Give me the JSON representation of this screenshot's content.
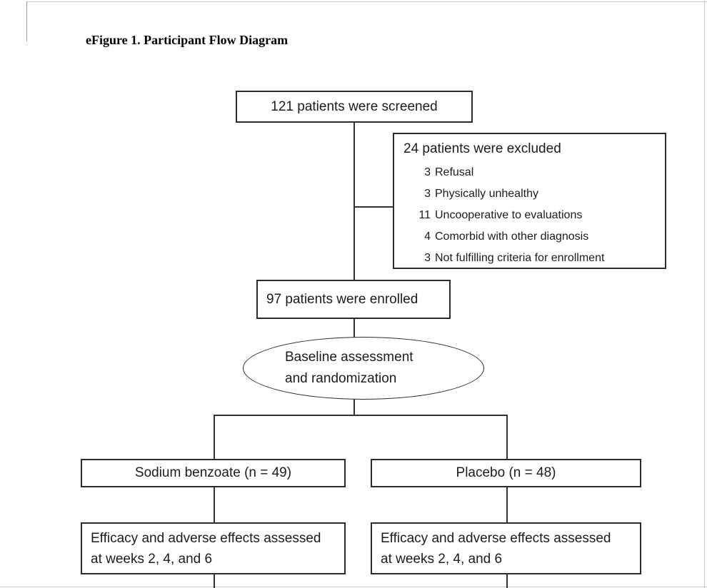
{
  "page": {
    "title": "eFigure 1. Participant Flow Diagram"
  },
  "flowchart": {
    "screened": {
      "label": "121 patients were screened"
    },
    "excluded": {
      "header": "24 patients were excluded",
      "items": [
        {
          "n": "3",
          "reason": "Refusal"
        },
        {
          "n": "3",
          "reason": "Physically unhealthy"
        },
        {
          "n": "11",
          "reason": "Uncooperative to evaluations"
        },
        {
          "n": "4",
          "reason": "Comorbid with other diagnosis"
        },
        {
          "n": "3",
          "reason": "Not fulfilling criteria for enrollment"
        }
      ]
    },
    "enrolled": {
      "label": "97 patients were enrolled"
    },
    "randomization": {
      "line1": "Baseline assessment",
      "line2": "and randomization"
    },
    "arm_left": {
      "label": "Sodium benzoate (n = 49)"
    },
    "arm_right": {
      "label": "Placebo (n = 48)"
    },
    "assessment_left": {
      "line1": "Efficacy and adverse effects assessed",
      "line2": "at weeks 2, 4, and 6"
    },
    "assessment_right": {
      "line1": "Efficacy and adverse effects assessed",
      "line2": "at weeks 2, 4, and 6"
    }
  },
  "colors": {
    "box_border": "#2b2b2b",
    "connector": "#333333",
    "text": "#1c1c1c",
    "page_edge": "#c6cad0"
  }
}
